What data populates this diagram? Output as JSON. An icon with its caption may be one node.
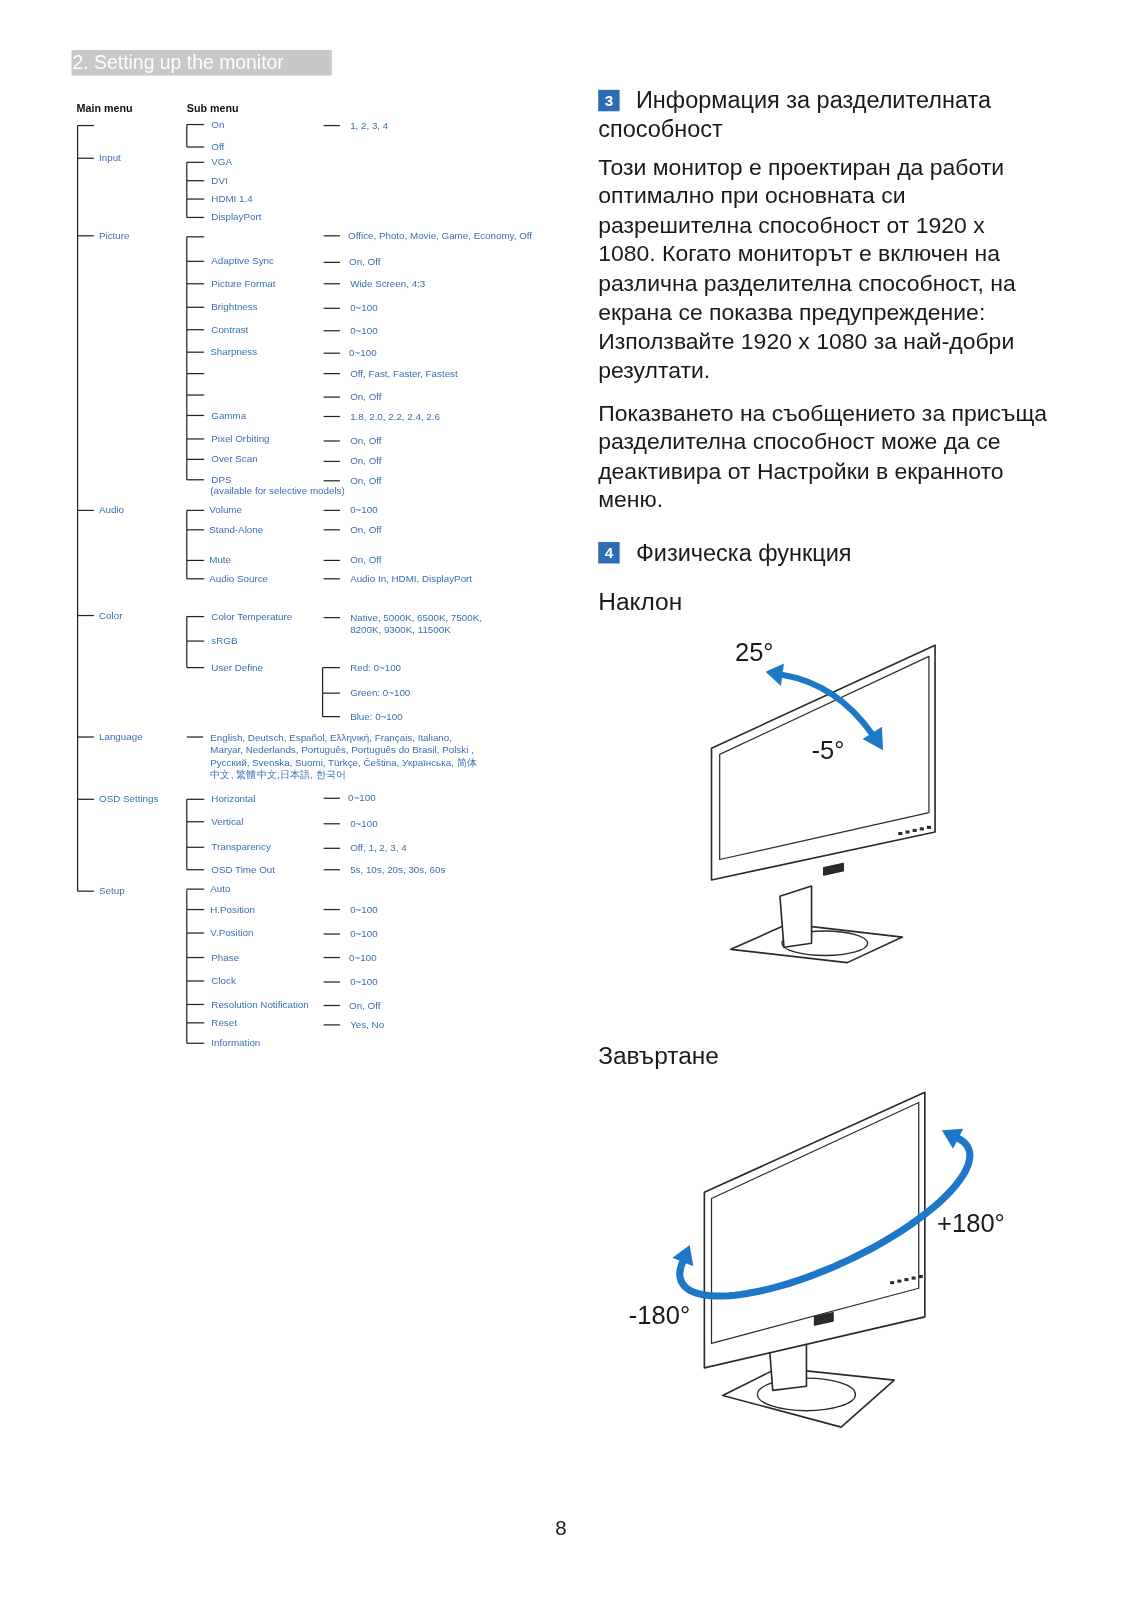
{
  "diagram": {
    "title": "2. Setting up the monitor",
    "labels": [
      "Main menu",
      "Sub menu",
      "On",
      "1, 2, 3, 4",
      "Off",
      "Input",
      "VGA",
      "DVI",
      "HDMI 1.4",
      "DisplayPort",
      "Picture",
      "Office, Photo, Movie, Game, Economy, Off",
      "Adaptive Sync",
      "On, Off",
      "Picture Format",
      "Wide Screen, 4:3",
      "Brightness",
      "0~100",
      "Contrast",
      "0~100",
      "Sharpness",
      "0~100",
      "Off, Fast, Faster, Fastest",
      "On, Off",
      "Gamma",
      "1.8, 2.0, 2.2, 2.4, 2.6",
      "Pixel Orbiting",
      "On, Off",
      "Over Scan",
      "On, Off",
      "DPS",
      "(available for selective models)",
      "On, Off",
      "Audio",
      "Volume",
      "0~100",
      "Stand-Alone",
      "On, Off",
      "Mute",
      "On, Off",
      "Audio Source",
      "Audio In, HDMI, DisplayPort",
      "Color",
      "Color Temperature",
      "Native, 5000K, 6500K, 7500K, 8200K, 9300K, 11500K",
      "sRGB",
      "User Define",
      "Red: 0~100",
      "Green: 0~100",
      "Blue: 0~100",
      "Language",
      "English, Deutsch, Español, Ελληνική, Français, Italiano, Maryar, Nederlands, Português, Português do Brasil, Polski , Русский, Svenska, Suomi, Türkçe, Čeština, Українська, 简体中文, 繁體中文,日本語, 한국어",
      "OSD Settings",
      "Horizontal",
      "0~100",
      "Vertical",
      "0~100",
      "Transparency",
      "Off, 1, 2, 3, 4",
      "OSD Time Out",
      "5s, 10s, 20s, 30s, 60s",
      "Setup",
      "Auto",
      "H.Position",
      "0~100",
      "V.Position",
      "0~100",
      "Phase",
      "0~100",
      "Clock",
      "0~100",
      "Resolution Notification",
      "On, Off",
      "Reset",
      "Yes, No",
      "Information",
      "3",
      "Информация за разделителната способност",
      "Този монитор е проектиран да работи оптимално при основната си разрешителна способност от 1920 x 1080. Когато мониторът е включен на различна разделителна способност, на екрана се показва предупреждение: Използвайте 1920 x 1080 за най-добри резултати.",
      "Показването на съобщението за присъща разделителна способност може да се деактивира от Настройки в екранното меню.",
      "4",
      "Физическа функция",
      "Наклон",
      "25°",
      "-5°",
      "Завъртане",
      "+180°",
      "-180°",
      "8"
    ]
  }
}
